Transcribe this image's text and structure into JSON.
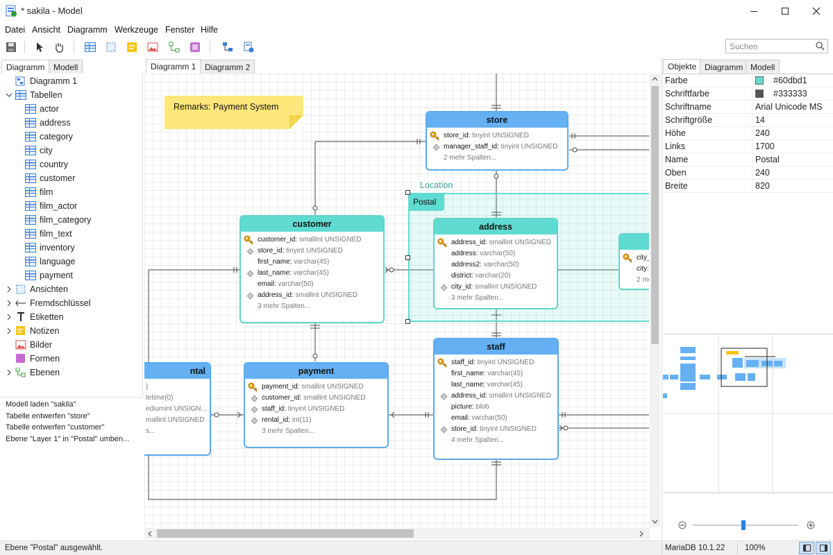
{
  "window": {
    "title": "* sakila - Model"
  },
  "menu": [
    "Datei",
    "Ansicht",
    "Diagramm",
    "Werkzeuge",
    "Fenster",
    "Hilfe"
  ],
  "search": {
    "placeholder": "Suchen"
  },
  "left_tabs": [
    "Diagramm",
    "Modell"
  ],
  "tree": {
    "diagram": "Diagramm 1",
    "tables_label": "Tabellen",
    "tables": [
      "actor",
      "address",
      "category",
      "city",
      "country",
      "customer",
      "film",
      "film_actor",
      "film_category",
      "film_text",
      "inventory",
      "language",
      "payment"
    ],
    "groups": [
      "Ansichten",
      "Fremdschlüssel",
      "Etiketten",
      "Notizen",
      "Bilder",
      "Formen",
      "Ebenen"
    ]
  },
  "log": [
    "Modell laden \"sakila\"",
    "Tabelle entwerfen \"store\"",
    "Tabelle entwerfen \"customer\"",
    "Ebene \"Layer 1\" in \"Postal\" umben..."
  ],
  "canvas_tabs": [
    "Diagramm 1",
    "Diagramm 2"
  ],
  "note": "Remarks: Payment System",
  "layer": {
    "caption": "Location",
    "tab": "Postal"
  },
  "entities": {
    "store": {
      "name": "store",
      "cols": [
        {
          "n": "store_id",
          "t": "tinyint UNSIGNED",
          "k": "pk"
        },
        {
          "n": "manager_staff_id",
          "t": "tinyint UNSIGNED",
          "k": "fk"
        }
      ],
      "more": "2 mehr Spalten..."
    },
    "customer": {
      "name": "customer",
      "cols": [
        {
          "n": "customer_id",
          "t": "smallint UNSIGNED",
          "k": "pk"
        },
        {
          "n": "store_id",
          "t": "tinyint UNSIGNED",
          "k": "fk"
        },
        {
          "n": "first_name",
          "t": "varchar(45)",
          "k": ""
        },
        {
          "n": "last_name",
          "t": "varchar(45)",
          "k": "fk"
        },
        {
          "n": "email",
          "t": "varchar(50)",
          "k": ""
        },
        {
          "n": "address_id",
          "t": "smallint UNSIGNED",
          "k": "fk"
        }
      ],
      "more": "3 mehr Spalten..."
    },
    "address": {
      "name": "address",
      "cols": [
        {
          "n": "address_id",
          "t": "smallint UNSIGNED",
          "k": "pk"
        },
        {
          "n": "address",
          "t": "varchar(50)",
          "k": ""
        },
        {
          "n": "address2",
          "t": "varchar(50)",
          "k": ""
        },
        {
          "n": "district",
          "t": "varchar(20)",
          "k": ""
        },
        {
          "n": "city_id",
          "t": "smallint UNSIGNED",
          "k": "fk"
        }
      ],
      "more": "3 mehr Spalten..."
    },
    "city": {
      "name": "",
      "cols": [
        {
          "n": "city_",
          "t": "",
          "k": "pk"
        },
        {
          "n": "city:",
          "t": "",
          "k": ""
        }
      ],
      "more": "2 me"
    },
    "payment": {
      "name": "payment",
      "cols": [
        {
          "n": "payment_id",
          "t": "smallint UNSIGNED",
          "k": "pk"
        },
        {
          "n": "customer_id",
          "t": "smallint UNSIGNED",
          "k": "fk"
        },
        {
          "n": "staff_id",
          "t": "tinyint UNSIGNED",
          "k": "fk"
        },
        {
          "n": "rental_id",
          "t": "int(11)",
          "k": "fk"
        }
      ],
      "more": "3 mehr Spalten..."
    },
    "staff": {
      "name": "staff",
      "cols": [
        {
          "n": "staff_id",
          "t": "tinyint UNSIGNED",
          "k": "pk"
        },
        {
          "n": "first_name",
          "t": "varchar(45)",
          "k": ""
        },
        {
          "n": "last_name",
          "t": "varchar(45)",
          "k": ""
        },
        {
          "n": "address_id",
          "t": "smallint UNSIGNED",
          "k": "fk"
        },
        {
          "n": "picture",
          "t": "blob",
          "k": ""
        },
        {
          "n": "email",
          "t": "varchar(50)",
          "k": ""
        },
        {
          "n": "store_id",
          "t": "tinyint UNSIGNED",
          "k": "fk"
        }
      ],
      "more": "4 mehr Spalten..."
    },
    "rental": {
      "name": "ntal",
      "cols": [
        {
          "n": ")",
          "t": "",
          "k": ""
        },
        {
          "n": "tetime(0)",
          "t": "",
          "k": ""
        },
        {
          "n": "ediumint UNSIGN...",
          "t": "",
          "k": ""
        },
        {
          "n": "mallint UNSIGNED",
          "t": "",
          "k": ""
        },
        {
          "n": "s...",
          "t": "",
          "k": ""
        }
      ],
      "more": ""
    }
  },
  "right_tabs": [
    "Objekte",
    "Diagramm",
    "Modell"
  ],
  "props": [
    {
      "k": "Farbe",
      "v": "#60dbd1",
      "sw": "#60dbd1"
    },
    {
      "k": "Schriftfarbe",
      "v": "#333333",
      "sw": "#555555"
    },
    {
      "k": "Schriftname",
      "v": "Arial Unicode MS"
    },
    {
      "k": "Schriftgröße",
      "v": "14"
    },
    {
      "k": "Höhe",
      "v": "240"
    },
    {
      "k": "Links",
      "v": "1700"
    },
    {
      "k": "Name",
      "v": "Postal"
    },
    {
      "k": "Oben",
      "v": "240"
    },
    {
      "k": "Breite",
      "v": "820"
    }
  ],
  "status": {
    "left": "Ebene \"Postal\" ausgewählt.",
    "db": "MariaDB 10.1.22",
    "zoom": "100%"
  },
  "colors": {
    "accent_blue": "#64b0f2",
    "teal": "#60dbd1",
    "note": "#fde67a"
  }
}
